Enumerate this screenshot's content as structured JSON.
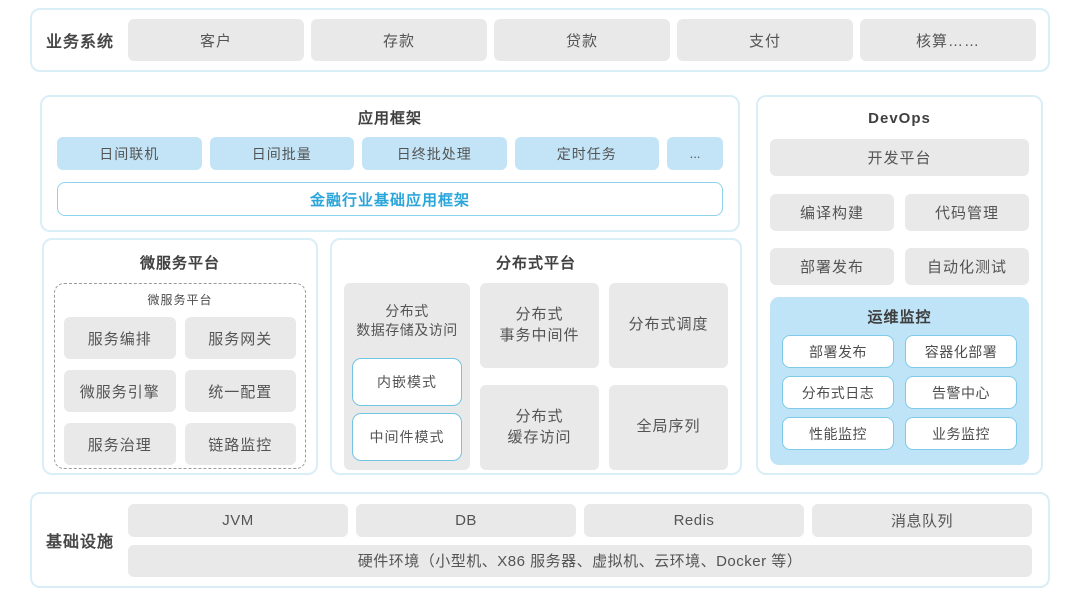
{
  "colors": {
    "panel_border": "#daeef7",
    "gray_box": "#e9e9e9",
    "blue_box": "#c2e4f6",
    "ops_panel_bg": "#bfe4f7",
    "ops_box_border": "#7fcae8",
    "accent_border": "#8ed3ec",
    "accent_text": "#2ba6db",
    "text": "#4f4f4f"
  },
  "business": {
    "label": "业务系统",
    "items": [
      "客户",
      "存款",
      "贷款",
      "支付",
      "核算……"
    ]
  },
  "app_framework": {
    "title": "应用框架",
    "items": [
      "日间联机",
      "日间批量",
      "日终批处理",
      "定时任务",
      "..."
    ],
    "base": "金融行业基础应用框架"
  },
  "microservice": {
    "title": "微服务平台",
    "inner_title": "微服务平台",
    "items": [
      "服务编排",
      "服务网关",
      "微服务引擎",
      "统一配置",
      "服务治理",
      "链路监控"
    ]
  },
  "distributed": {
    "title": "分布式平台",
    "storage": {
      "label": "分布式\n数据存储及访问",
      "modes": [
        "内嵌模式",
        "中间件模式"
      ]
    },
    "cells": [
      "分布式\n事务中间件",
      "分布式调度",
      "分布式\n缓存访问",
      "全局序列"
    ]
  },
  "devops": {
    "title": "DevOps",
    "platform": "开发平台",
    "items": [
      "编译构建",
      "代码管理",
      "部署发布",
      "自动化测试"
    ],
    "ops": {
      "title": "运维监控",
      "items": [
        "部署发布",
        "容器化部署",
        "分布式日志",
        "告警中心",
        "性能监控",
        "业务监控"
      ]
    }
  },
  "infra": {
    "label": "基础设施",
    "items": [
      "JVM",
      "DB",
      "Redis",
      "消息队列"
    ],
    "hardware": "硬件环境（小型机、X86 服务器、虚拟机、云环境、Docker 等）"
  }
}
